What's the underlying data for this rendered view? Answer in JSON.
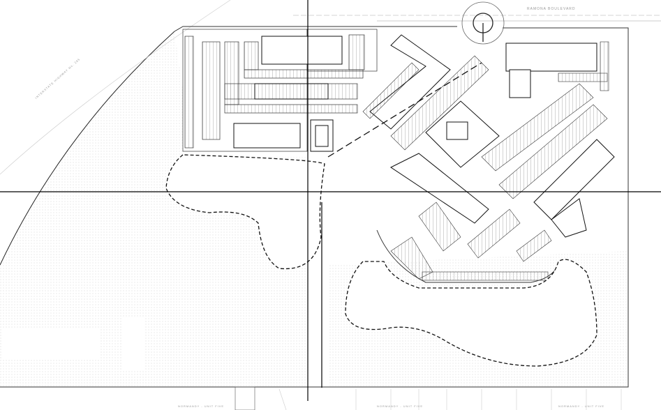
{
  "drawing": {
    "street_label": "RAMONA BOULEVARD",
    "bottom_labels": [
      {
        "text": "NORMANDY - UNIT FIVE"
      },
      {
        "text": "NORMANDY - UNIT FIVE"
      },
      {
        "text": "NORMANDY - UNIT FIVE"
      }
    ],
    "highway_label": "INTERSTATE HIGHWAY No. 285",
    "colors": {
      "line": "#111111",
      "faint": "#bbbbbb",
      "stipple": "#d8d8d8"
    }
  }
}
